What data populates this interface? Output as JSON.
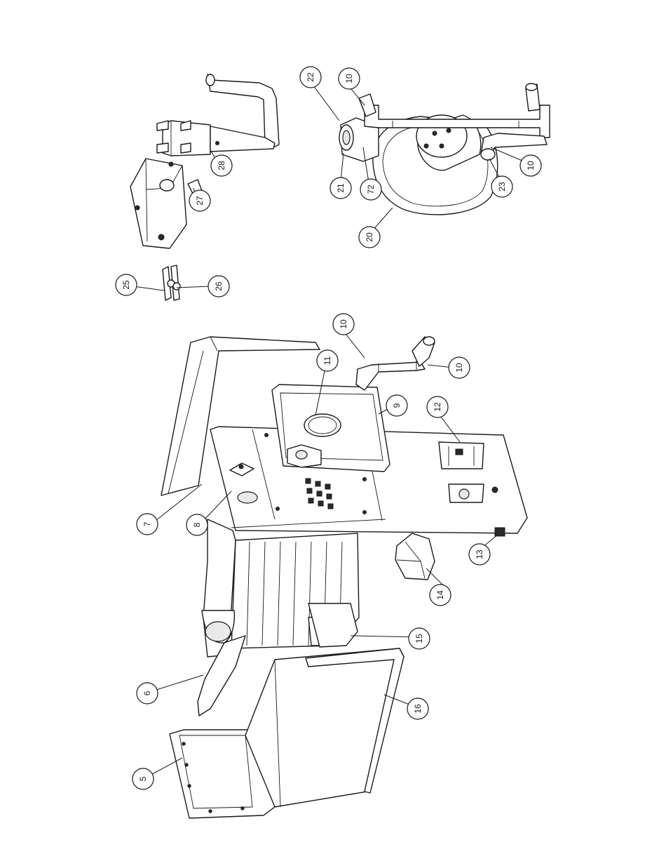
{
  "callouts": [
    {
      "id": "c5",
      "label": "5"
    },
    {
      "id": "c6",
      "label": "6"
    },
    {
      "id": "c7",
      "label": "7"
    },
    {
      "id": "c8",
      "label": "8"
    },
    {
      "id": "c9",
      "label": "9"
    },
    {
      "id": "c10a",
      "label": "10"
    },
    {
      "id": "c10b",
      "label": "10"
    },
    {
      "id": "c10c",
      "label": "10"
    },
    {
      "id": "c10d",
      "label": "10"
    },
    {
      "id": "c11",
      "label": "11"
    },
    {
      "id": "c12",
      "label": "12"
    },
    {
      "id": "c13",
      "label": "13"
    },
    {
      "id": "c14",
      "label": "14"
    },
    {
      "id": "c15",
      "label": "15"
    },
    {
      "id": "c16",
      "label": "16"
    },
    {
      "id": "c20",
      "label": "20"
    },
    {
      "id": "c21",
      "label": "21"
    },
    {
      "id": "c22",
      "label": "22"
    },
    {
      "id": "c23",
      "label": "23"
    },
    {
      "id": "c25",
      "label": "25"
    },
    {
      "id": "c26",
      "label": "26"
    },
    {
      "id": "c27",
      "label": "27"
    },
    {
      "id": "c28",
      "label": "28"
    },
    {
      "id": "c72",
      "label": "72"
    }
  ]
}
